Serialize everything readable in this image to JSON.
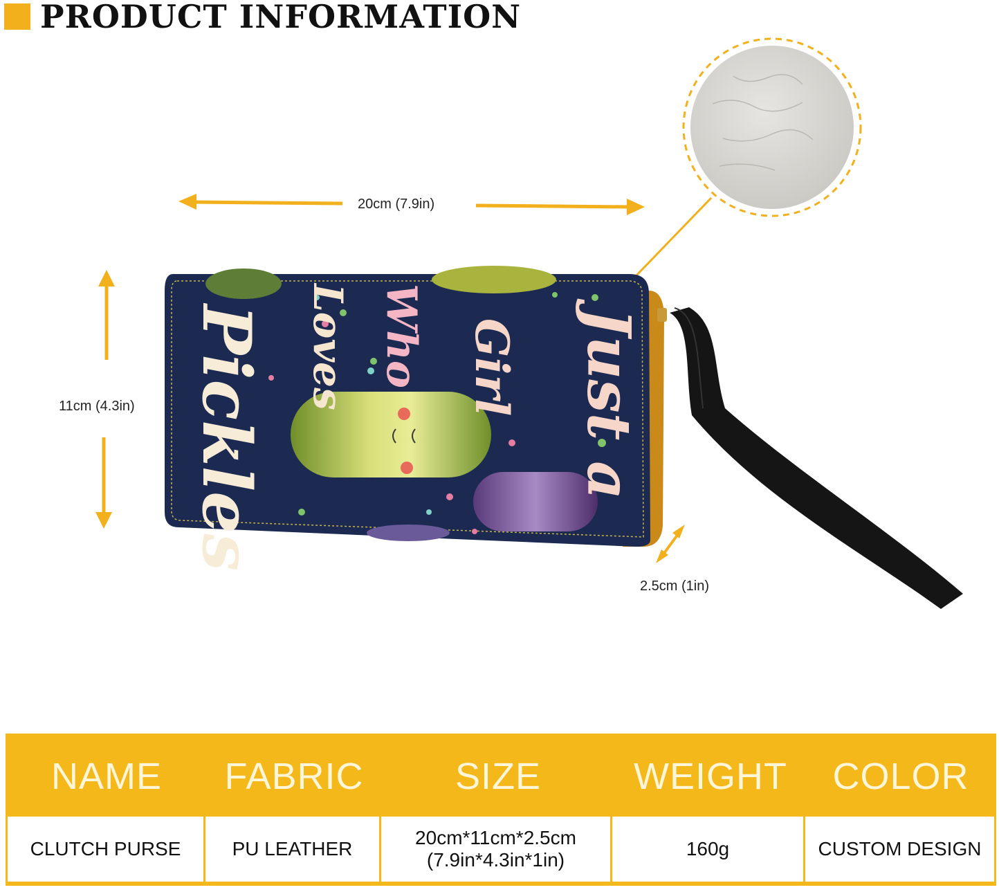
{
  "header": {
    "title": "PRODUCT INFORMATION"
  },
  "dimensions": {
    "width": "20cm (7.9in)",
    "height": "11cm (4.3in)",
    "depth": "2.5cm (1in)"
  },
  "purse_print": {
    "lines": [
      "Just a",
      "Girl",
      "Who",
      "Loves",
      "Pickles"
    ]
  },
  "colors": {
    "accent": "#f4b81b",
    "purse_body": "#1c2a52",
    "leather_swatch": "#d9d8d3",
    "strap": "#151515"
  },
  "spec_table": {
    "headers": [
      "NAME",
      "FABRIC",
      "SIZE",
      "WEIGHT",
      "COLOR"
    ],
    "values": {
      "name": "CLUTCH  PURSE",
      "fabric": "PU LEATHER",
      "size_line1": "20cm*11cm*2.5cm",
      "size_line2": "(7.9in*4.3in*1in)",
      "weight": "160g",
      "color": "CUSTOM DESIGN"
    }
  }
}
